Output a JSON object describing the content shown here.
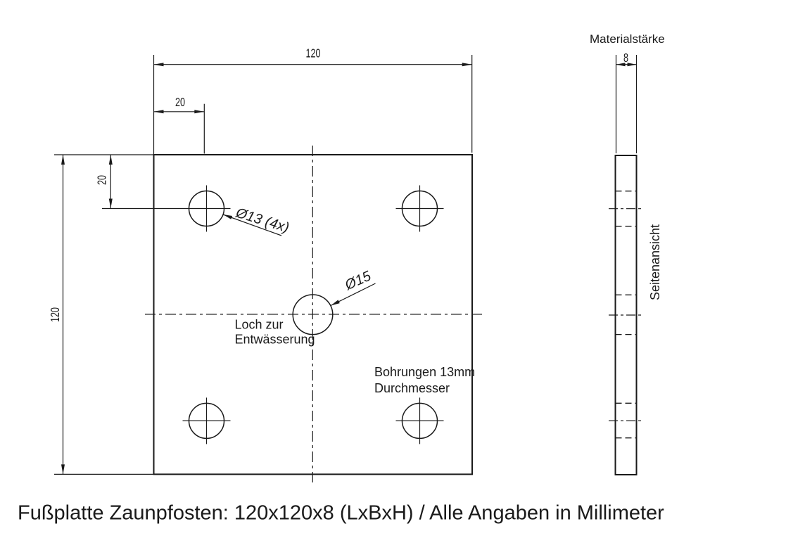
{
  "drawing": {
    "front_view": {
      "width_dim": "120",
      "offset_x_dim": "20",
      "height_dim": "120",
      "offset_y_dim": "20",
      "corner_hole_callout": "Ø13 (4x)",
      "center_hole_callout": "Ø15",
      "drain_note_line1": "Loch zur",
      "drain_note_line2": "Entwässerung",
      "bore_note_line1": "Bohrungen 13mm",
      "bore_note_line2": "Durchmesser"
    },
    "side_view": {
      "title": "Materialstärke",
      "thickness_dim": "8",
      "label": "Seitenansicht"
    },
    "caption": "Fußplatte Zaunpfosten: 120x120x8 (LxBxH) / Alle Angaben in Millimeter",
    "colors": {
      "line": "#1a1a1a",
      "background": "#ffffff"
    }
  }
}
